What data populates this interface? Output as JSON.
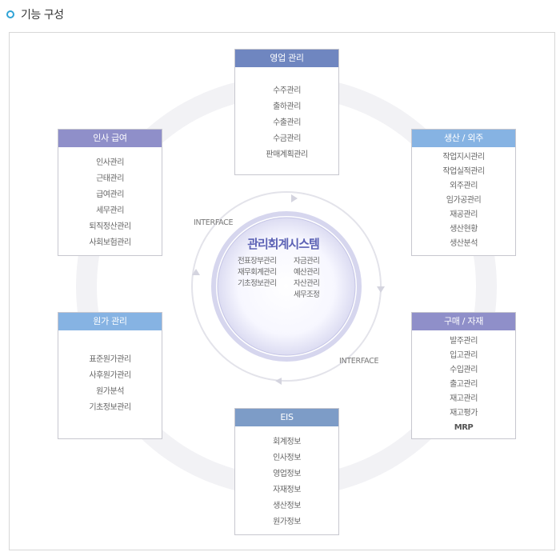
{
  "header": {
    "title": "기능 구성"
  },
  "center": {
    "title": "관리회계시스템",
    "left_items": [
      "전표장부관리",
      "재무회계관리",
      "기초정보관리"
    ],
    "right_items": [
      "자금관리",
      "예산관리",
      "자산관리",
      "세무조정"
    ]
  },
  "interface_labels": [
    "INTERFACE",
    "INTERFACE"
  ],
  "modules": {
    "sales": {
      "title": "영업 관리",
      "items": [
        "수주관리",
        "출하관리",
        "수출관리",
        "수금관리",
        "판매계획관리"
      ]
    },
    "hr": {
      "title": "인사 급여",
      "items": [
        "인사관리",
        "근태관리",
        "급여관리",
        "세무관리",
        "퇴직정산관리",
        "사회보험관리"
      ]
    },
    "production": {
      "title": "생산 / 외주",
      "items": [
        "작업지시관리",
        "작업실적관리",
        "외주관리",
        "임가공관리",
        "재공관리",
        "생산현황",
        "생산분석"
      ]
    },
    "cost": {
      "title": "원가 관리",
      "items": [
        "표준원가관리",
        "사후원가관리",
        "원가분석",
        "기초정보관리"
      ]
    },
    "purchase": {
      "title": "구매 / 자재",
      "items": [
        "발주관리",
        "입고관리",
        "수입관리",
        "출고관리",
        "재고관리",
        "재고평가",
        "MRP"
      ]
    },
    "eis": {
      "title": "EIS",
      "items": [
        "회계정보",
        "인사정보",
        "영업정보",
        "자재정보",
        "생산정보",
        "원가정보"
      ]
    }
  },
  "colors": {
    "accent_bullet": "#2fa3d6",
    "center_title": "#5c62b5",
    "header_purple": "#8f8fc9",
    "header_navy": "#6f86c0",
    "header_sky": "#86b3e3",
    "header_steel": "#7d9cc7"
  }
}
